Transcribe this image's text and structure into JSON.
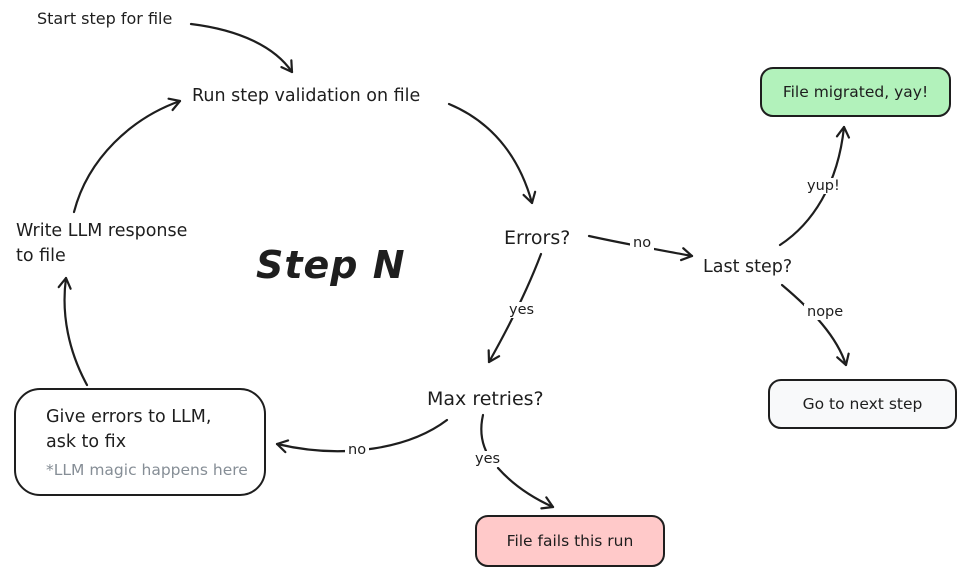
{
  "canvas": {
    "background": "#ffffff",
    "stroke_color": "#1e1e1e"
  },
  "diagram": {
    "center_label": "Step N",
    "nodes": {
      "start": {
        "label": "Start step for file"
      },
      "run_validation": {
        "label": "Run step validation on file"
      },
      "write_response": {
        "label": "Write LLM response\nto file"
      },
      "errors": {
        "label": "Errors?"
      },
      "last_step": {
        "label": "Last step?"
      },
      "max_retries": {
        "label": "Max retries?"
      },
      "file_migrated": {
        "label": "File migrated, yay!",
        "fill": "#b2f2bb"
      },
      "go_to_next": {
        "label": "Go to next step",
        "fill": "#f8f9fa"
      },
      "file_fails": {
        "label": "File fails this run",
        "fill": "#ffc9c9"
      },
      "give_errors": {
        "label": "Give errors to LLM,\nask to fix",
        "note": "*LLM magic happens here",
        "fill": "#ffffff",
        "note_color": "#868e96"
      }
    },
    "edge_labels": {
      "errors_to_last": "no",
      "errors_to_max": "yes",
      "last_to_migrated": "yup!",
      "last_to_next": "nope",
      "max_to_fails": "yes",
      "max_to_give": "no"
    }
  }
}
